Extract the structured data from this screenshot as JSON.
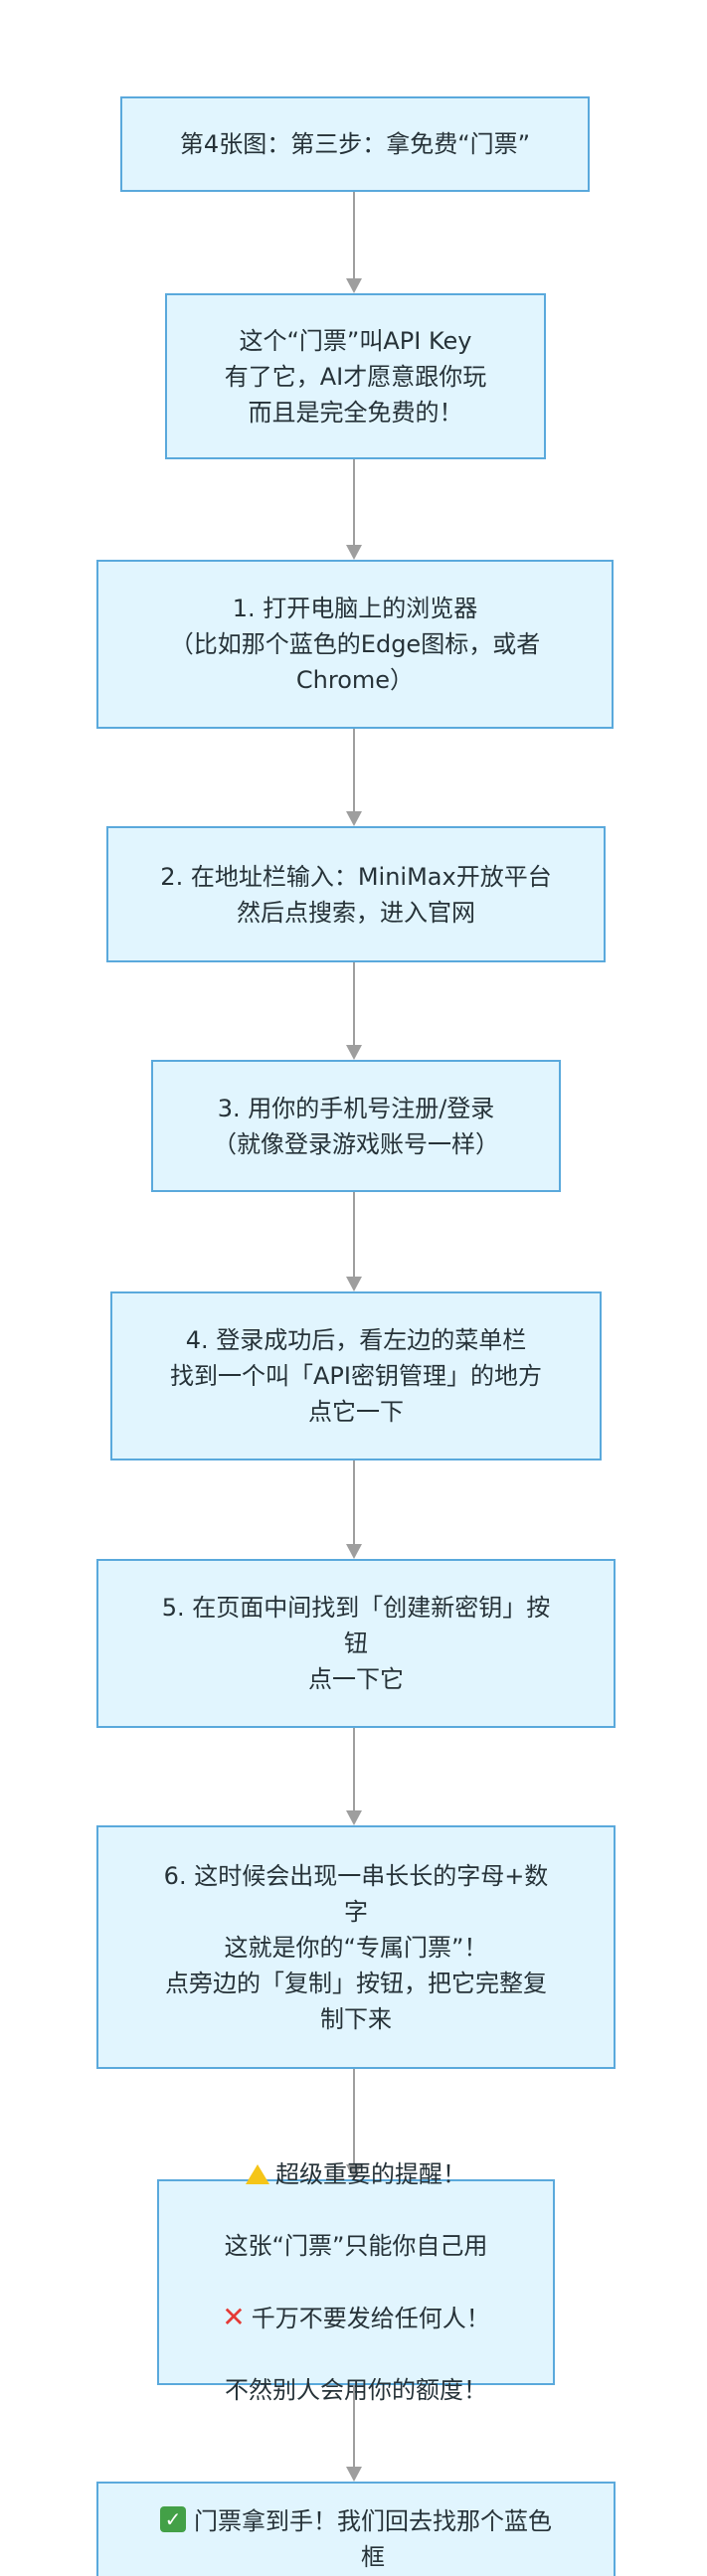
{
  "flowchart": {
    "nodes": [
      {
        "text": "第4张图：第三步：拿免费“门票”"
      },
      {
        "text": "这个“门票”叫API Key\n有了它，AI才愿意跟你玩\n而且是完全免费的！"
      },
      {
        "text": "1. 打开电脑上的浏览器\n（比如那个蓝色的Edge图标，或者\nChrome）"
      },
      {
        "text": "2. 在地址栏输入：MiniMax开放平台\n然后点搜索，进入官网"
      },
      {
        "text": "3. 用你的手机号注册/登录\n（就像登录游戏账号一样）"
      },
      {
        "text": "4. 登录成功后，看左边的菜单栏\n找到一个叫「API密钥管理」的地方\n点它一下"
      },
      {
        "text": "5. 在页面中间找到「创建新密钥」按\n钮\n点一下它"
      },
      {
        "text": "6. 这时候会出现一串长长的字母+数\n字\n这就是你的“专属门票”！\n点旁边的「复制」按钮，把它完整复\n制下来"
      },
      {
        "warning_line": "超级重要的提醒！",
        "line2": "这张“门票”只能你自己用",
        "cross_line": "千万不要发给任何人！",
        "line4": "不然别人会用你的额度！",
        "warning_icon": "warning-icon",
        "cross_icon": "cross-mark-icon"
      },
      {
        "check_line": "门票拿到手！我们回去找那个蓝色\n框",
        "check_icon": "check-mark-icon"
      }
    ]
  },
  "colors": {
    "node_fill": "#e1f5fe",
    "node_border": "#5aa9dc",
    "connector": "#9e9e9e",
    "text": "#263238"
  }
}
